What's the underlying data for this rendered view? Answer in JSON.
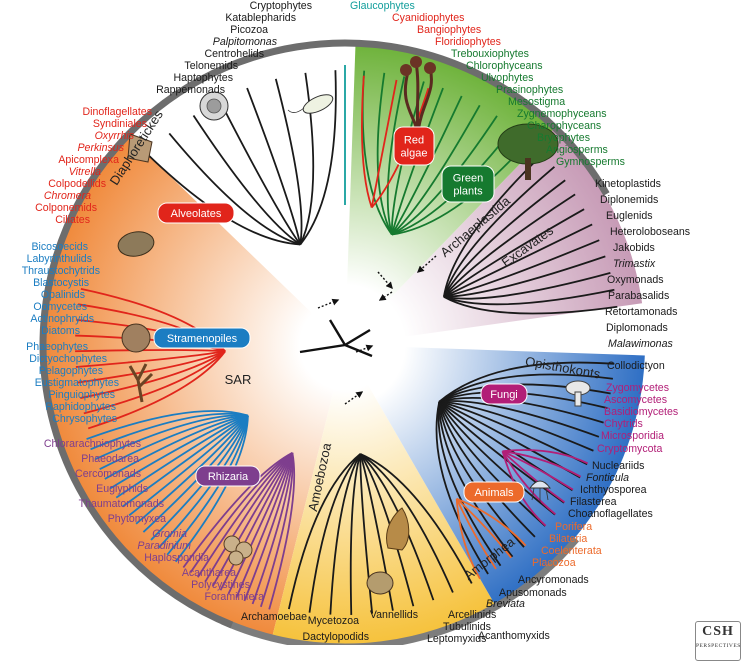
{
  "colors": {
    "red": "#e1251b",
    "green": "#167a2f",
    "teal": "#139e9c",
    "blue": "#1b7dc2",
    "purple": "#7e3e8e",
    "orange": "#ec6a2b",
    "magenta": "#b21e77",
    "black": "#1a1a1a",
    "rim": "#6d6d6d"
  },
  "supergroups": {
    "diaphoretickes": "Diaphoretickes",
    "archaeplastida": "Archaeplastida",
    "excavates": "Excavates",
    "sar": "SAR",
    "amoebozoa": "Amoebozoa",
    "opisthokonts": "Opisthokonts",
    "amorphea": "Amorphea"
  },
  "group_labels": {
    "red_algae": "Red\nalgae",
    "green_plants": "Green\nplants",
    "alveolates": "Alveolates",
    "stramenopiles": "Stramenopiles",
    "rhizaria": "Rhizaria",
    "fungi": "Fungi",
    "animals": "Animals"
  },
  "taxa": [
    {
      "id": "cryptophytes",
      "text": "Cryptophytes",
      "color": "black"
    },
    {
      "id": "katablepharids",
      "text": "Katablepharids",
      "color": "black"
    },
    {
      "id": "picozoa",
      "text": "Picozoa",
      "color": "black"
    },
    {
      "id": "palpitomonas",
      "text": "Palpitomonas",
      "color": "black",
      "italic": true
    },
    {
      "id": "centrohelids",
      "text": "Centrohelids",
      "color": "black"
    },
    {
      "id": "telonemids",
      "text": "Telonemids",
      "color": "black"
    },
    {
      "id": "haptophytes",
      "text": "Haptophytes",
      "color": "black"
    },
    {
      "id": "rappemonads",
      "text": "Rappemonads",
      "color": "black"
    },
    {
      "id": "glaucophytes",
      "text": "Glaucophytes",
      "color": "teal"
    },
    {
      "id": "cyanidiophytes",
      "text": "Cyanidiophytes",
      "color": "red"
    },
    {
      "id": "bangiophytes",
      "text": "Bangiophytes",
      "color": "red"
    },
    {
      "id": "floridiophytes",
      "text": "Floridiophytes",
      "color": "red"
    },
    {
      "id": "trebouxiophytes",
      "text": "Trebouxiophytes",
      "color": "green"
    },
    {
      "id": "chlorophyceans",
      "text": "Chlorophyceans",
      "color": "green"
    },
    {
      "id": "ulvophytes",
      "text": "Ulvophytes",
      "color": "green"
    },
    {
      "id": "prasinophytes",
      "text": "Prasinophytes",
      "color": "green"
    },
    {
      "id": "mesostigma",
      "text": "Mesostigma",
      "color": "green"
    },
    {
      "id": "zygnemophyceans",
      "text": "Zygnemophyceans",
      "color": "green"
    },
    {
      "id": "charophyceans",
      "text": "Charophyceans",
      "color": "green"
    },
    {
      "id": "bryophytes",
      "text": "Bryophytes",
      "color": "green"
    },
    {
      "id": "angiosperms",
      "text": "Angiosperms",
      "color": "green"
    },
    {
      "id": "gymnosperms",
      "text": "Gymnosperms",
      "color": "green"
    },
    {
      "id": "kinetoplastids",
      "text": "Kinetoplastids",
      "color": "black"
    },
    {
      "id": "diplonemids",
      "text": "Diplonemids",
      "color": "black"
    },
    {
      "id": "euglenids",
      "text": "Euglenids",
      "color": "black"
    },
    {
      "id": "heterolobosea",
      "text": "Heteroloboseans",
      "color": "black"
    },
    {
      "id": "jakobids",
      "text": "Jakobids",
      "color": "black"
    },
    {
      "id": "trimastix",
      "text": "Trimastix",
      "color": "black",
      "italic": true
    },
    {
      "id": "oxymonads",
      "text": "Oxymonads",
      "color": "black"
    },
    {
      "id": "parabasalids",
      "text": "Parabasalids",
      "color": "black"
    },
    {
      "id": "retortamonads",
      "text": "Retortamonads",
      "color": "black"
    },
    {
      "id": "diplomonads",
      "text": "Diplomonads",
      "color": "black"
    },
    {
      "id": "malawimonas",
      "text": "Malawimonas",
      "color": "black",
      "italic": true
    },
    {
      "id": "collodictyon",
      "text": "Collodictyon",
      "color": "black"
    },
    {
      "id": "zygomycetes",
      "text": "Zygomycetes",
      "color": "magenta"
    },
    {
      "id": "ascomycetes",
      "text": "Ascomycetes",
      "color": "magenta"
    },
    {
      "id": "basidiomycetes",
      "text": "Basidiomycetes",
      "color": "magenta"
    },
    {
      "id": "chytrids",
      "text": "Chytrids",
      "color": "magenta"
    },
    {
      "id": "microsporidia",
      "text": "Microsporidia",
      "color": "magenta"
    },
    {
      "id": "cryptomycota",
      "text": "Cryptomycota",
      "color": "magenta"
    },
    {
      "id": "nucleariids",
      "text": "Nucleariids",
      "color": "black"
    },
    {
      "id": "fonticula",
      "text": "Fonticula",
      "color": "black",
      "italic": true
    },
    {
      "id": "ichthyosporea",
      "text": "Ichthyosporea",
      "color": "black"
    },
    {
      "id": "filasterea",
      "text": "Filasterea",
      "color": "black"
    },
    {
      "id": "choanoflagellates",
      "text": "Choanoflagellates",
      "color": "black"
    },
    {
      "id": "porifera",
      "text": "Porifera",
      "color": "orange"
    },
    {
      "id": "bilateria",
      "text": "Bilateria",
      "color": "orange"
    },
    {
      "id": "coelenterata",
      "text": "Coelenterata",
      "color": "orange"
    },
    {
      "id": "placozoa",
      "text": "Placozoa",
      "color": "orange"
    },
    {
      "id": "ancyromonads",
      "text": "Ancyromonads",
      "color": "black"
    },
    {
      "id": "apusomonads",
      "text": "Apusomonads",
      "color": "black"
    },
    {
      "id": "breviata",
      "text": "Breviata",
      "color": "black",
      "italic": true
    },
    {
      "id": "arcellinids",
      "text": "Arcellinids",
      "color": "black"
    },
    {
      "id": "tubulinids",
      "text": "Tubulinids",
      "color": "black"
    },
    {
      "id": "leptomyxids",
      "text": "Leptomyxids",
      "color": "black"
    },
    {
      "id": "acanthomyxids",
      "text": "Acanthomyxids",
      "color": "black"
    },
    {
      "id": "vannellids",
      "text": "Vannellids",
      "color": "black"
    },
    {
      "id": "mycetozoa",
      "text": "Mycetozoa",
      "color": "black"
    },
    {
      "id": "dactylopodids",
      "text": "Dactylopodids",
      "color": "black"
    },
    {
      "id": "archamoebae",
      "text": "Archamoebae",
      "color": "black"
    },
    {
      "id": "dinoflagellates",
      "text": "Dinoflagellates",
      "color": "red"
    },
    {
      "id": "syndiniales",
      "text": "Syndiniales",
      "color": "red"
    },
    {
      "id": "oxyrrhis",
      "text": "Oxyrrhis",
      "color": "red",
      "italic": true
    },
    {
      "id": "perkinsus",
      "text": "Perkinsus",
      "color": "red",
      "italic": true
    },
    {
      "id": "apicomplexa",
      "text": "Apicomplexa",
      "color": "red"
    },
    {
      "id": "vitrella",
      "text": "Vitrella",
      "color": "red",
      "italic": true
    },
    {
      "id": "colpodellids",
      "text": "Colpodellids",
      "color": "red"
    },
    {
      "id": "chromera",
      "text": "Chromera",
      "color": "red",
      "italic": true
    },
    {
      "id": "colponemids",
      "text": "Colponemids",
      "color": "red"
    },
    {
      "id": "ciliates",
      "text": "Ciliates",
      "color": "red"
    },
    {
      "id": "bicosoecids",
      "text": "Bicosoecids",
      "color": "blue"
    },
    {
      "id": "labyrinthulids",
      "text": "Labyrinthulids",
      "color": "blue"
    },
    {
      "id": "thraustochytrids",
      "text": "Thraustochytrids",
      "color": "blue"
    },
    {
      "id": "blastocystis",
      "text": "Blastocystis",
      "color": "blue"
    },
    {
      "id": "opalinids",
      "text": "Opalinids",
      "color": "blue"
    },
    {
      "id": "oomycetes",
      "text": "Oomycetes",
      "color": "blue"
    },
    {
      "id": "actinophryids",
      "text": "Actinophryids",
      "color": "blue"
    },
    {
      "id": "diatoms",
      "text": "Diatoms",
      "color": "blue"
    },
    {
      "id": "phaeophytes",
      "text": "Phaeophytes",
      "color": "blue"
    },
    {
      "id": "dictyochophytes",
      "text": "Dictyochophytes",
      "color": "blue"
    },
    {
      "id": "pelagophytes",
      "text": "Pelagophytes",
      "color": "blue"
    },
    {
      "id": "eustigmatophytes",
      "text": "Eustigmatophytes",
      "color": "blue"
    },
    {
      "id": "pinguiophytes",
      "text": "Pinguiophytes",
      "color": "blue"
    },
    {
      "id": "raphidophytes",
      "text": "Raphidophytes",
      "color": "blue"
    },
    {
      "id": "chrysophytes",
      "text": "Chrysophytes",
      "color": "blue"
    },
    {
      "id": "chlorarachniophytes",
      "text": "Chlorarachniophytes",
      "color": "purple"
    },
    {
      "id": "phaeodarea",
      "text": "Phaeodarea",
      "color": "purple"
    },
    {
      "id": "cercomonads",
      "text": "Cercomonads",
      "color": "purple"
    },
    {
      "id": "euglyphids",
      "text": "Euglyphids",
      "color": "purple"
    },
    {
      "id": "thaumatomonads",
      "text": "Thaumatomonads",
      "color": "purple"
    },
    {
      "id": "phytomyxea",
      "text": "Phytomyxea",
      "color": "purple"
    },
    {
      "id": "gromia",
      "text": "Gromia",
      "color": "purple",
      "italic": true
    },
    {
      "id": "paradinium",
      "text": "Paradinium",
      "color": "purple",
      "italic": true
    },
    {
      "id": "haplosporidia",
      "text": "Haplosporidia",
      "color": "purple"
    },
    {
      "id": "acantharea",
      "text": "Acantharea",
      "color": "purple"
    },
    {
      "id": "polycystines",
      "text": "Polycystines",
      "color": "purple"
    },
    {
      "id": "foraminifera",
      "text": "Foraminifera",
      "color": "purple"
    }
  ],
  "logo": {
    "line1": "CSH",
    "line2": "PERSPECTIVES"
  }
}
